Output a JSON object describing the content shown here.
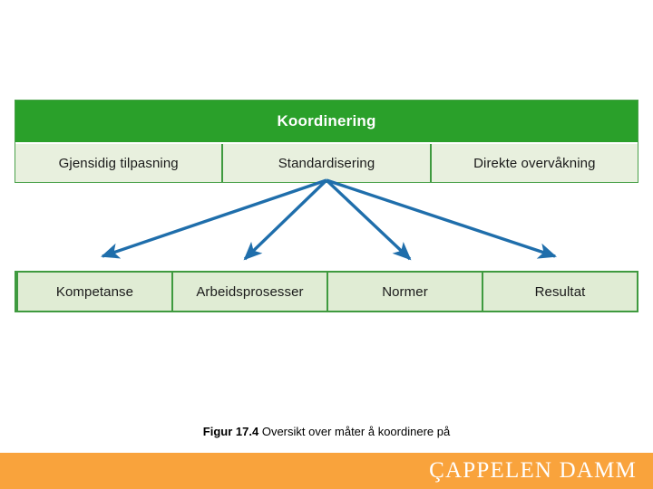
{
  "diagram": {
    "header": {
      "label": "Koordinering"
    },
    "coordination_methods": [
      {
        "label": "Gjensidig tilpasning"
      },
      {
        "label": "Standardisering"
      },
      {
        "label": "Direkte overvåkning"
      }
    ],
    "outcomes": [
      {
        "label": "Kompetanse"
      },
      {
        "label": "Arbeidsprosesser"
      },
      {
        "label": "Normer"
      },
      {
        "label": "Resultat"
      }
    ],
    "arrows": {
      "count": 4,
      "source": "Standardisering",
      "targets": [
        "Kompetanse",
        "Arbeidsprosesser",
        "Normer",
        "Resultat"
      ],
      "color": "#1f6eab"
    },
    "colors": {
      "header_green": "#2aa02a",
      "cell_green": "#e8f0de",
      "border_green": "#3f9a3f",
      "arrow_blue": "#1f6eab"
    }
  },
  "caption": {
    "figure_number": "Figur 17.4",
    "text": " Oversikt over måter å koordinere på"
  },
  "footer": {
    "logo_text": "ÇAPPELEN DAMM",
    "background_color": "#f9a33c"
  }
}
